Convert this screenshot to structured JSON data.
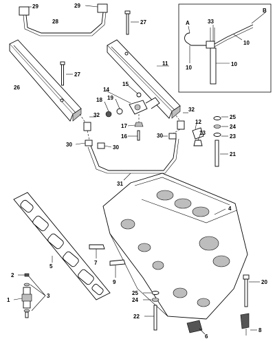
{
  "callouts": [
    {
      "id": "c29a",
      "text": "29"
    },
    {
      "id": "c29b",
      "text": "29"
    },
    {
      "id": "c28",
      "text": "28"
    },
    {
      "id": "c27a",
      "text": "27"
    },
    {
      "id": "c27b",
      "text": "27"
    },
    {
      "id": "c26",
      "text": "26"
    },
    {
      "id": "c11",
      "text": "11"
    },
    {
      "id": "c15",
      "text": "15"
    },
    {
      "id": "c14",
      "text": "14"
    },
    {
      "id": "c18",
      "text": "18"
    },
    {
      "id": "c19",
      "text": "19"
    },
    {
      "id": "c32a",
      "text": "32"
    },
    {
      "id": "c32b",
      "text": "32"
    },
    {
      "id": "c17",
      "text": "17"
    },
    {
      "id": "c16",
      "text": "16"
    },
    {
      "id": "c25a",
      "text": "25"
    },
    {
      "id": "c24a",
      "text": "24"
    },
    {
      "id": "c23",
      "text": "23"
    },
    {
      "id": "c12",
      "text": "12"
    },
    {
      "id": "c13",
      "text": "13"
    },
    {
      "id": "c30a",
      "text": "30"
    },
    {
      "id": "c30b",
      "text": "30"
    },
    {
      "id": "c30c",
      "text": "30"
    },
    {
      "id": "c21",
      "text": "21"
    },
    {
      "id": "c31",
      "text": "31"
    },
    {
      "id": "c4",
      "text": "4"
    },
    {
      "id": "c5",
      "text": "5"
    },
    {
      "id": "c7",
      "text": "7"
    },
    {
      "id": "c9",
      "text": "9"
    },
    {
      "id": "c2",
      "text": "2"
    },
    {
      "id": "c3",
      "text": "3"
    },
    {
      "id": "c1",
      "text": "1"
    },
    {
      "id": "c25b",
      "text": "25"
    },
    {
      "id": "c24b",
      "text": "24"
    },
    {
      "id": "c22",
      "text": "22"
    },
    {
      "id": "c6",
      "text": "6"
    },
    {
      "id": "c20",
      "text": "20"
    },
    {
      "id": "c8",
      "text": "8"
    }
  ],
  "inset": {
    "labels": [
      {
        "id": "iA",
        "text": "A"
      },
      {
        "id": "iB",
        "text": "B"
      },
      {
        "id": "i33",
        "text": "33"
      },
      {
        "id": "i10a",
        "text": "10"
      },
      {
        "id": "i10b",
        "text": "10"
      },
      {
        "id": "i10c",
        "text": "10"
      }
    ]
  }
}
